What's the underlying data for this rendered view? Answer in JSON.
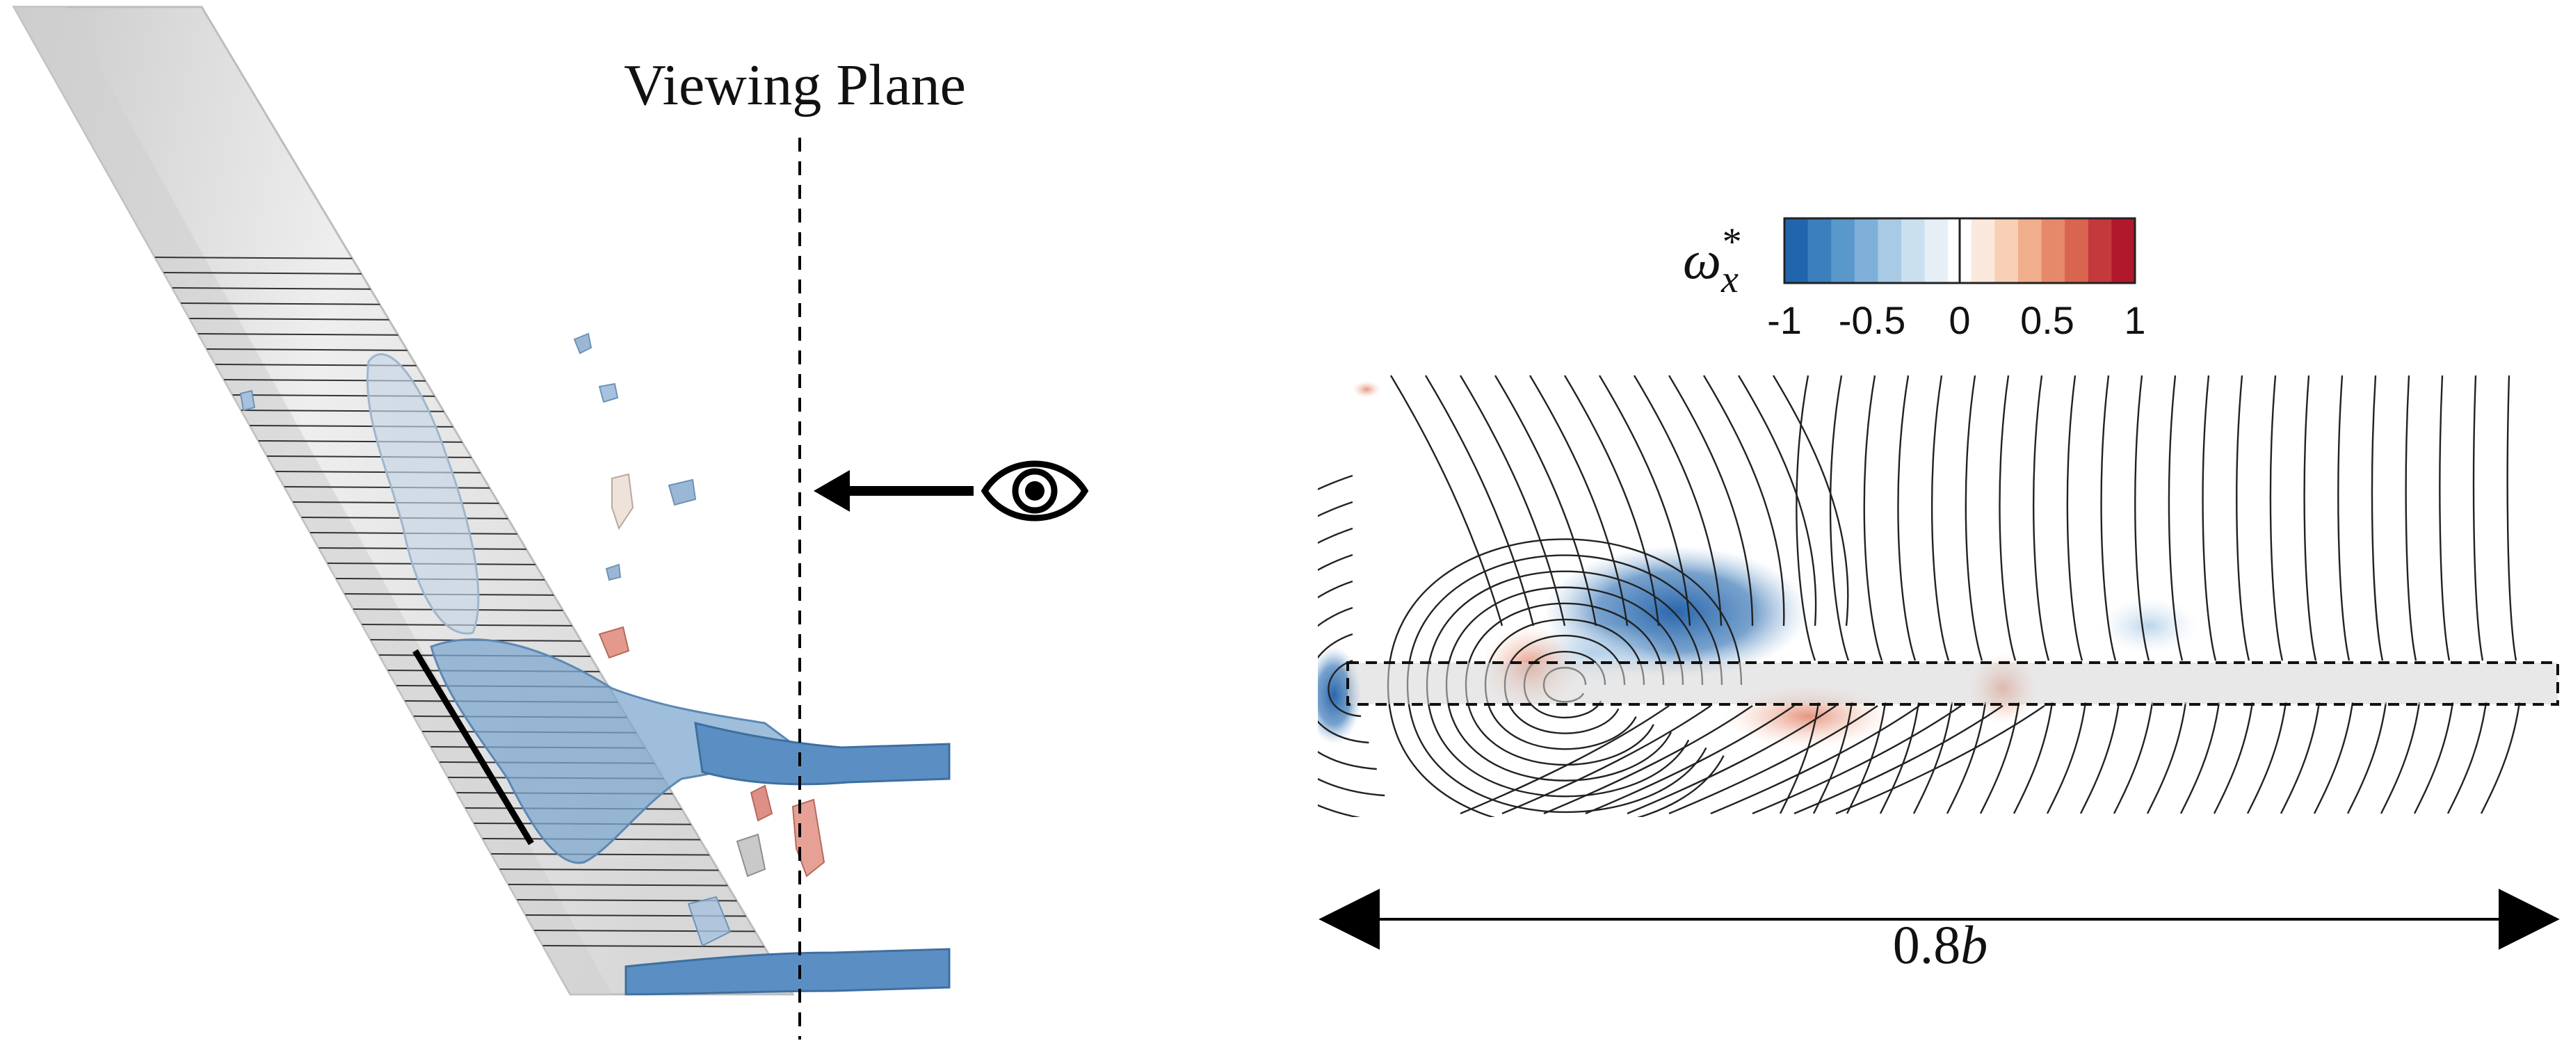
{
  "left_panel": {
    "viewing_plane_label": "Viewing Plane"
  },
  "colorbar": {
    "symbol": "ω",
    "symbol_sub": "x",
    "symbol_sup": "*",
    "ticks": [
      "-1",
      "-0.5",
      "0",
      "0.5",
      "1"
    ],
    "range": [
      -1,
      1
    ],
    "colors": [
      "#2166ac",
      "#3b7fbc",
      "#5a97cb",
      "#7fb0d9",
      "#a8cae5",
      "#cbe0ef",
      "#e6eff6",
      "#ffffff",
      "#fbe8dc",
      "#f7d0b6",
      "#f1ae8c",
      "#e6896a",
      "#d96450",
      "#c4393b",
      "#b2182b"
    ]
  },
  "dimension": {
    "label_prefix": "0.8",
    "label_var": "b"
  },
  "colors": {
    "positive": "#d6604d",
    "negative": "#3e7ab8",
    "surface": "#e3e3e3"
  }
}
